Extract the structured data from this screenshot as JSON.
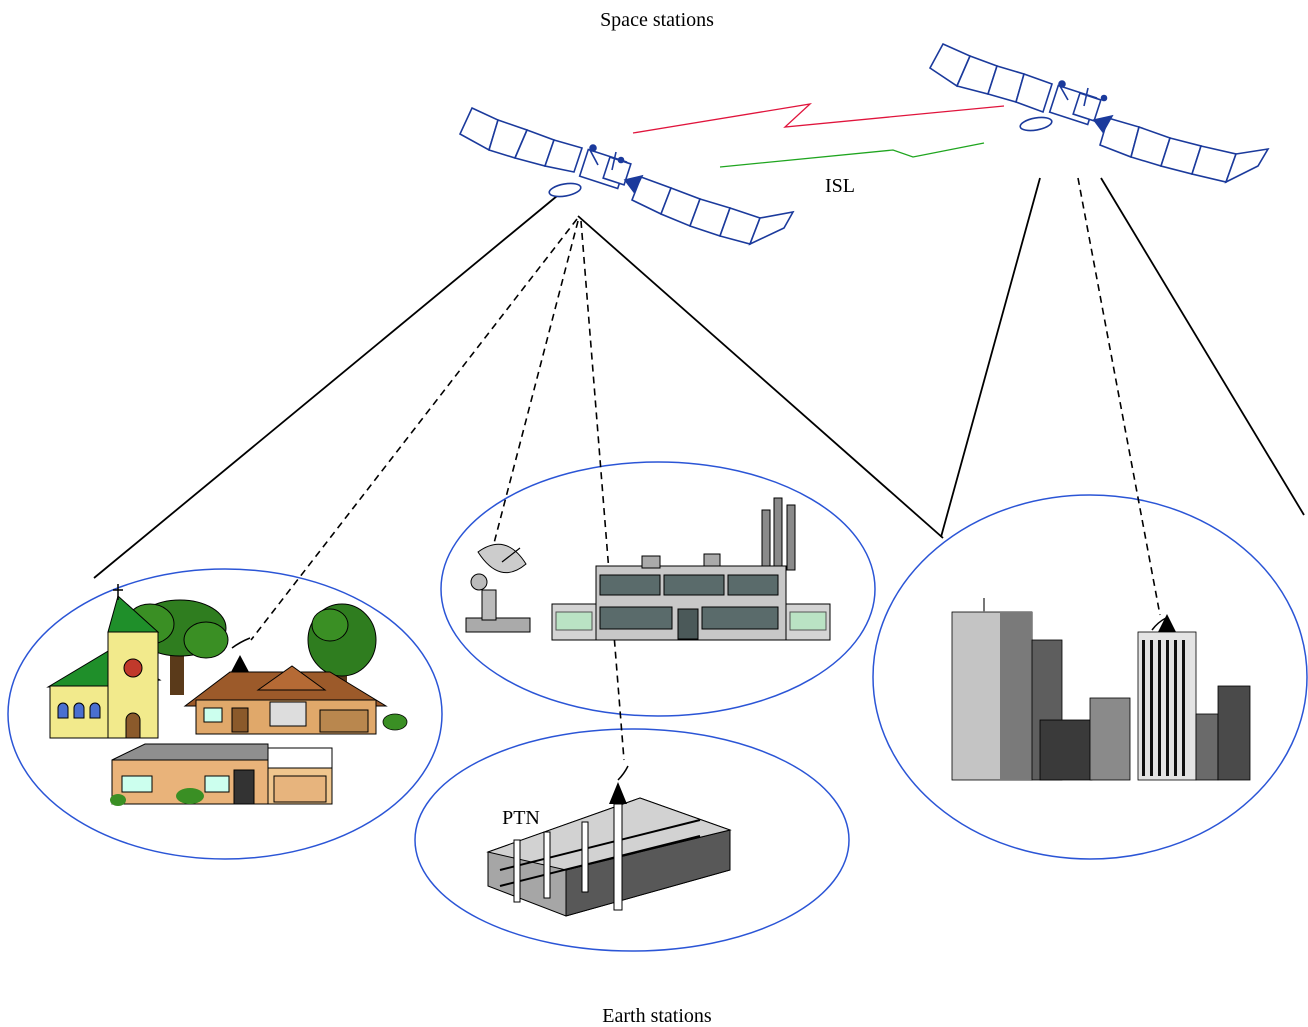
{
  "labels": {
    "space_stations": "Space stations",
    "isl": "ISL",
    "ptn": "PTN",
    "earth_stations": "Earth stations"
  },
  "colors": {
    "ellipse": "#2b55d6",
    "satellite": "#1b3a9c",
    "isl_upper": "#e0143c",
    "isl_lower": "#1fa51f",
    "link": "#000000"
  },
  "icons": {
    "satellite": "satellite-icon",
    "church": "church-icon",
    "house": "house-icon",
    "tree": "tree-icon",
    "dish": "dish-antenna-icon",
    "factory": "factory-icon",
    "office": "office-building-icon",
    "skyscraper": "skyscraper-icon"
  }
}
